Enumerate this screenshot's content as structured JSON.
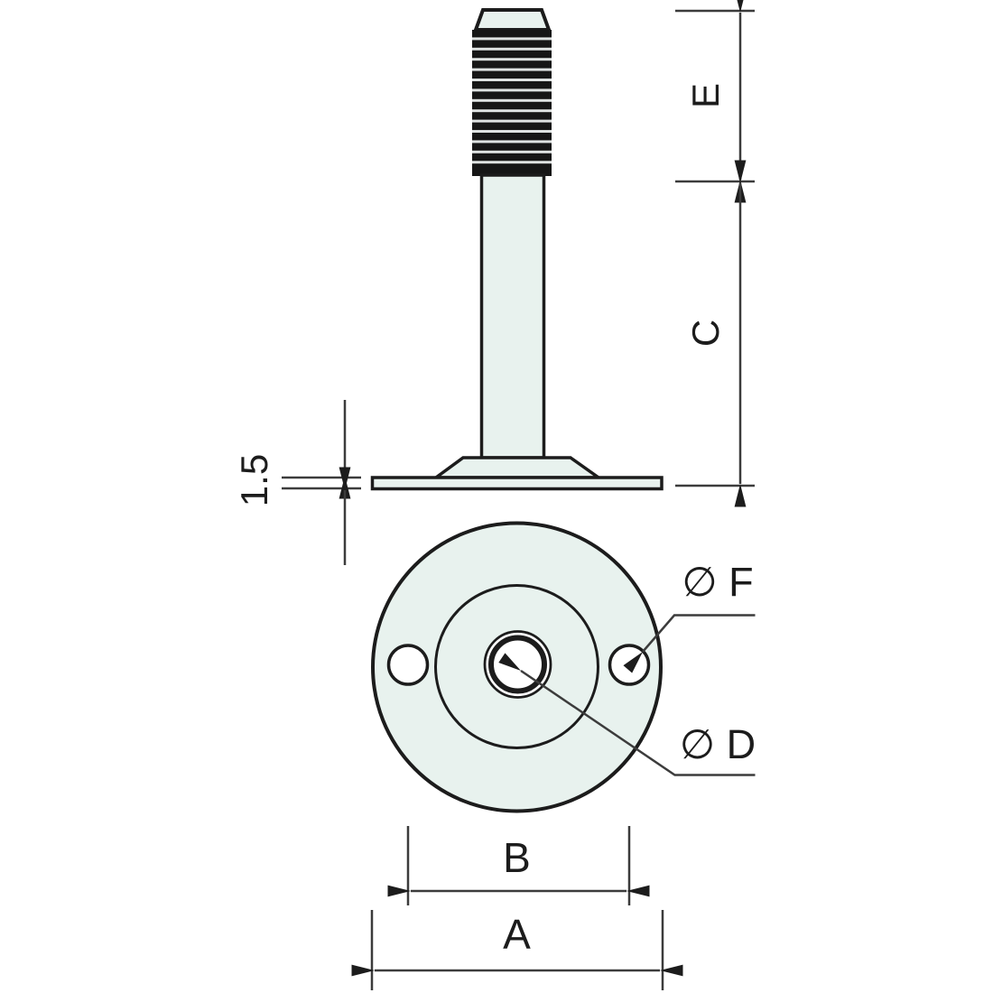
{
  "labels": {
    "dim_e": "E",
    "dim_c": "C",
    "plate_thickness": "1.5",
    "hole_f": "∅ F",
    "center_hole_d": "∅ D",
    "bolt_circle_b": "B",
    "outer_diameter_a": "A"
  },
  "colors": {
    "part_fill": "#e8f2ee",
    "outline": "#1c1c1c",
    "dimension_line": "#3c3c3c",
    "hole_fill": "#ffffff",
    "background": "#ffffff",
    "thread_dark": "#161616",
    "thread_light": "#dfe3e2"
  }
}
